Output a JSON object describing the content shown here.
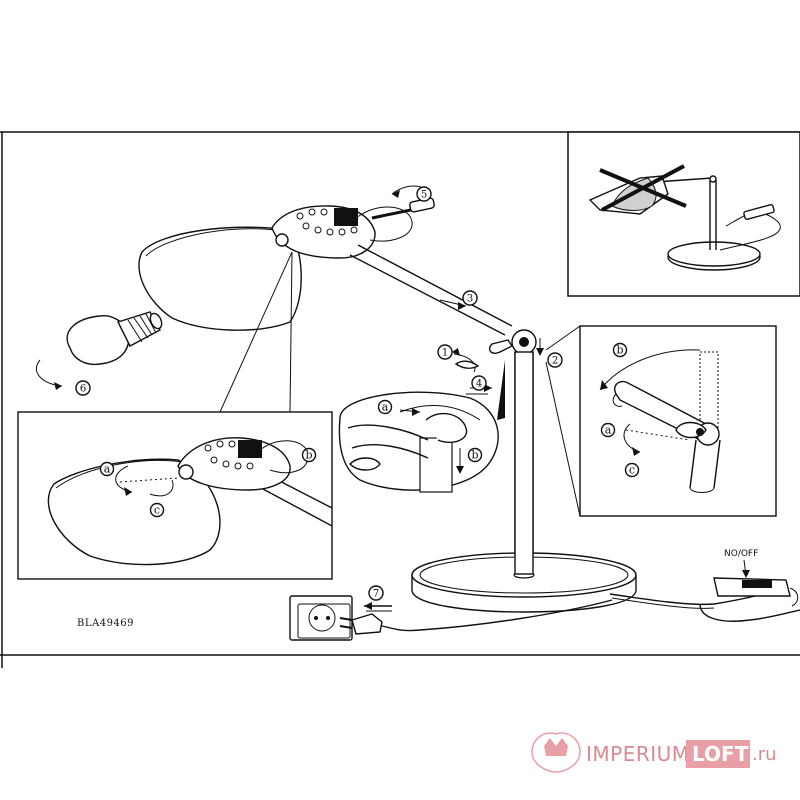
{
  "model_code": "BLA49469",
  "switch_label": "NO/OFF",
  "step_numbers": [
    "1",
    "2",
    "3",
    "4",
    "5",
    "6",
    "7"
  ],
  "step_letters": [
    "a",
    "b",
    "c"
  ],
  "watermark": {
    "brand": "IMPERIUM",
    "highlight": "LOFT",
    "tld": ".ru",
    "brand_color": "#d88a90",
    "highlight_bg": "#e8a0a6"
  }
}
